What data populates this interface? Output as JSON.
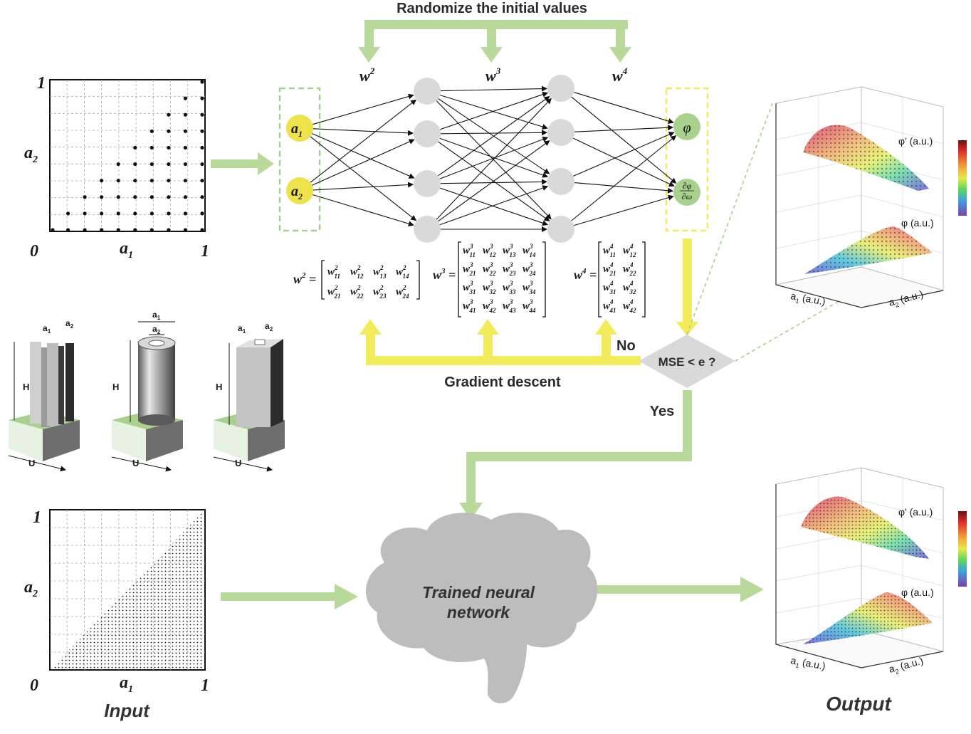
{
  "title": "Randomize the initial values",
  "weights": {
    "w2": "w",
    "w2_sup": "2",
    "w3": "w",
    "w3_sup": "3",
    "w4": "w",
    "w4_sup": "4"
  },
  "inputs": {
    "a1": "a",
    "a1_sub": "1",
    "a2": "a",
    "a2_sub": "2"
  },
  "outputs": {
    "phi": "φ",
    "dphi_num": "∂φ",
    "dphi_den": "∂ω"
  },
  "grid_top": {
    "y_label": "a",
    "y_sub": "2",
    "x_label": "a",
    "x_sub": "1",
    "tick_0": "0",
    "tick_1_x": "1",
    "tick_1_y": "1"
  },
  "grid_bottom": {
    "y_label": "a",
    "y_sub": "2",
    "x_label": "a",
    "x_sub": "1",
    "tick_0": "0",
    "tick_1_x": "1",
    "tick_1_y": "1",
    "caption": "Input"
  },
  "matrices": {
    "m2_lhs": "w",
    "m2_sup": "2",
    "m2_rows": [
      [
        "w",
        "11",
        "2"
      ],
      [
        "w",
        "12",
        "2"
      ],
      [
        "w",
        "13",
        "2"
      ],
      [
        "w",
        "14",
        "2"
      ],
      [
        "w",
        "21",
        "2"
      ],
      [
        "w",
        "22",
        "2"
      ],
      [
        "w",
        "23",
        "2"
      ],
      [
        "w",
        "24",
        "2"
      ]
    ],
    "m3_lhs": "w",
    "m3_sup": "3",
    "m3_rows": [
      [
        "11",
        "12",
        "13",
        "14"
      ],
      [
        "21",
        "22",
        "23",
        "24"
      ],
      [
        "31",
        "32",
        "33",
        "34"
      ],
      [
        "41",
        "42",
        "43",
        "44"
      ]
    ],
    "m4_lhs": "w",
    "m4_sup": "4",
    "m4_rows": [
      [
        "11",
        "12"
      ],
      [
        "21",
        "22"
      ],
      [
        "31",
        "32"
      ],
      [
        "41",
        "42"
      ]
    ]
  },
  "loop": {
    "no": "No",
    "yes": "Yes",
    "gradient": "Gradient descent",
    "decision": "MSE < e ?"
  },
  "structures": {
    "a1": "a",
    "a2": "a",
    "H": "H",
    "U": "U",
    "sub1": "1",
    "sub2": "2"
  },
  "brain": {
    "line1": "Trained neural",
    "line2": "network"
  },
  "plot_top": {
    "upper": "φ' (a.u.)",
    "lower": "φ (a.u.)",
    "x_axis": "a",
    "x_sub": "1",
    "x_unit": "(a.u.)",
    "y_axis": "a",
    "y_sub": "2",
    "y_unit": "(a.u.)"
  },
  "plot_bottom": {
    "upper": "φ' (a.u.)",
    "lower": "φ (a.u.)",
    "x_axis": "a",
    "x_sub": "1",
    "x_unit": "(a.u.)",
    "y_axis": "a",
    "y_sub": "2",
    "y_unit": "(a.u.)",
    "caption": "Output"
  },
  "colors": {
    "green_arrow": "#b9d99a",
    "yellow": "#f2ec5a",
    "node_yellow": "#ede24a",
    "node_green": "#a9d18e",
    "node_gray": "#d9d9d9",
    "diamond": "#d9d9d9",
    "brain": "#bdbdbd"
  }
}
